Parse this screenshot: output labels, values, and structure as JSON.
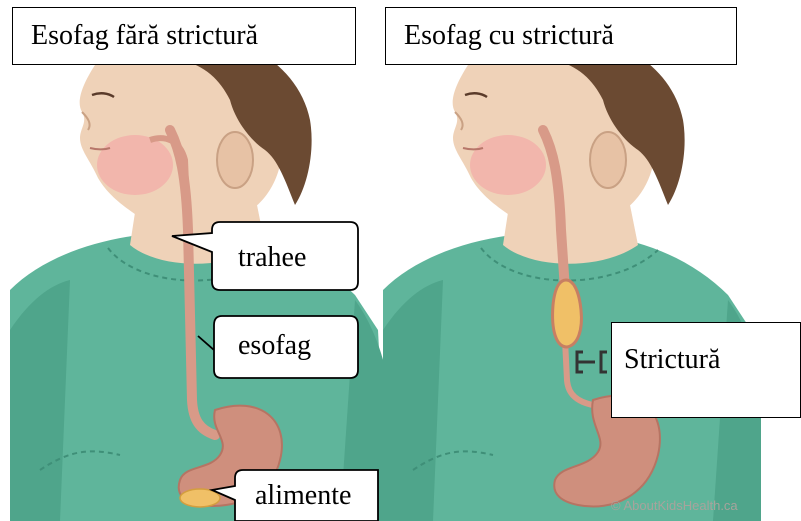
{
  "panels": {
    "left": {
      "title": "Esofag fără strictură"
    },
    "right": {
      "title": "Esofag cu strictură"
    }
  },
  "labels": {
    "trachea": "trahee",
    "esophagus": "esofag",
    "food": "alimente",
    "stricture": "Strictură"
  },
  "watermark": "© AboutKidsHealth.ca",
  "colors": {
    "shirt": "#5fb59b",
    "skin": "#efd2b8",
    "hair": "#6b4a32",
    "esophagus": "#d89a88",
    "stomach": "#cf8f7d",
    "food": "#f0c067"
  }
}
